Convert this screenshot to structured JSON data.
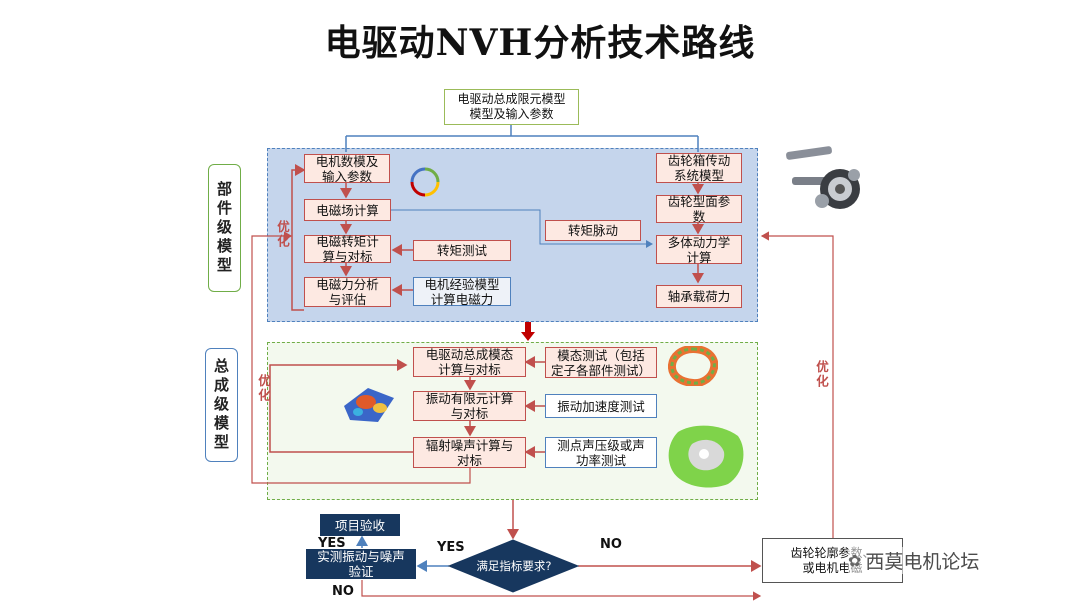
{
  "title": "电驱动NVH分析技术路线",
  "top_box": "电驱动总成限元模型\n模型及输入参数",
  "side_labels": {
    "component": "部件级模型",
    "assembly": "总成级模型"
  },
  "optimize_label": "优化",
  "component": {
    "motor_model": "电机数模及\n输入参数",
    "em_field": "电磁场计算",
    "em_torque": "电磁转矩计\n算与对标",
    "em_force": "电磁力分析\n与评估",
    "torque_test": "转矩测试",
    "em_empirical": "电机经验模型\n计算电磁力",
    "torque_ripple": "转矩脉动",
    "gear_system": "齿轮箱传动\n系统模型",
    "gear_surface": "齿轮型面参\n数",
    "multibody": "多体动力学\n计算",
    "bearing_load": "轴承载荷力"
  },
  "assembly": {
    "modal": "电驱动总成模态\n计算与对标",
    "vib_fe": "振动有限元计算\n与对标",
    "noise": "辐射噪声计算与\n对标",
    "modal_test": "模态测试（包括\n定子各部件测试）",
    "vib_test": "振动加速度测试",
    "sound_test": "测点声压级或声\n功率测试"
  },
  "decision": {
    "diamond": "满足指标要求?",
    "yes_left": "YES",
    "yes_top": "YES",
    "no_bottom": "NO",
    "no_right": "NO",
    "validation": "实测振动与噪声\n验证",
    "acceptance": "项目验收",
    "gear_param": "齿轮轮廓参数、\n或电机电磁"
  },
  "watermark": "西莫电机论坛",
  "colors": {
    "red": "#c0504d",
    "blue": "#4f81bd",
    "green": "#9bbb59",
    "navy": "#17375e",
    "panel_blue": "#c5d5ec"
  }
}
